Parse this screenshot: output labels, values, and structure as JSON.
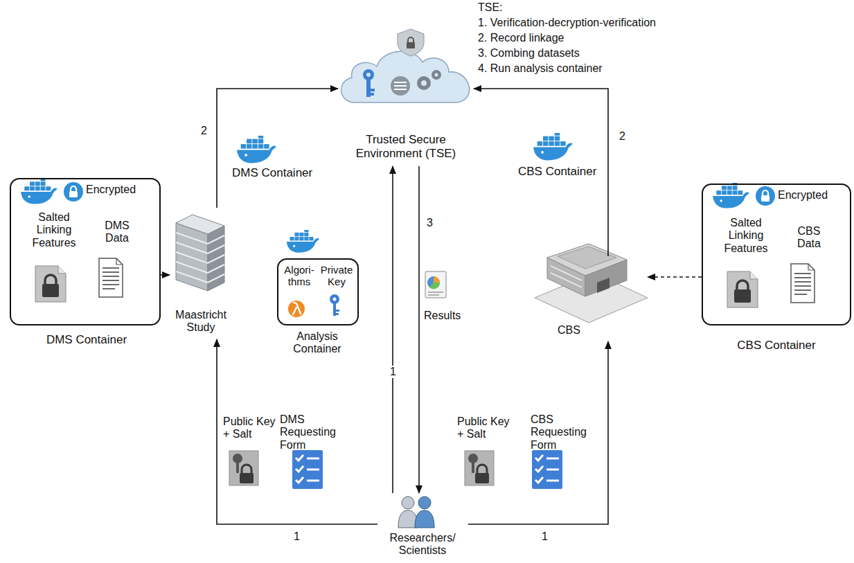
{
  "diagram": {
    "nodes": [
      {
        "text": [
          "Encrypted",
          "Salted Linking Features",
          "DMS Data",
          "DMS Container"
        ]
      },
      {
        "text": [
          "Maastricht Study"
        ]
      },
      {
        "text": [
          "Algori- thms",
          "Private Key",
          "Analysis Container"
        ]
      },
      {
        "text": [
          "Trusted Secure Environment (TSE)"
        ]
      },
      {
        "text": [
          "CBS"
        ]
      },
      {
        "text": [
          "Encrypted",
          "Salted Linking Features",
          "CBS Data",
          "CBS Container"
        ]
      },
      {
        "text": [
          "Researchers/ Scientists"
        ]
      }
    ],
    "edges": [
      {
        "from": 0,
        "to": 1,
        "arrow": "to"
      },
      {
        "from": 1,
        "to": 3,
        "label": "2",
        "arrow": "to"
      },
      {
        "from": 4,
        "to": 3,
        "label": "2",
        "arrow": "to"
      },
      {
        "from": 5,
        "to": 4,
        "arrow": "to"
      },
      {
        "from": 6,
        "to": 1,
        "label": "1",
        "arrow": "to"
      },
      {
        "from": 6,
        "to": 4,
        "label": "1",
        "arrow": "to"
      },
      {
        "from": 6,
        "to": 3,
        "label": "1",
        "arrow": "to"
      },
      {
        "from": 3,
        "to": 6,
        "label": "3",
        "arrow": "to"
      }
    ],
    "labels": [
      "TSE:",
      "1. Verification-decryption-verification",
      "2. Record linkage",
      "3. Combing datasets",
      "4. Run analysis container",
      "DMS Container",
      "CBS Container",
      "Results",
      "Public Key + Salt",
      "DMS Requesting Form",
      "Public Key + Salt",
      "CBS Requesting Form"
    ]
  }
}
